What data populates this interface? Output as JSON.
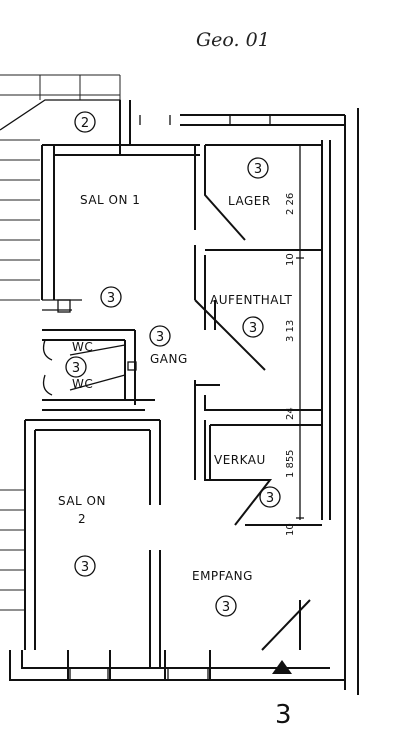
{
  "header": {
    "sheet_label": "Geo. 01"
  },
  "rooms": {
    "salon1": "SAL ON 1",
    "lager": "LAGER",
    "aufenthalt": "AUFENTHALT",
    "gang": "GANG",
    "wc_upper": "WC",
    "wc_lower": "WC",
    "verkauf": "VERKAU",
    "salon2_line1": "SAL ON",
    "salon2_line2": "2",
    "empfang": "EMPFANG"
  },
  "circled_numbers": {
    "stair": "2",
    "lager": "3",
    "salon1": "3",
    "gang": "3",
    "aufenthalt": "3",
    "wc": "3",
    "verkauf": "3",
    "salon2": "3",
    "empfang": "3"
  },
  "dimensions": {
    "lager_height": "2 26",
    "gap_upper": "10",
    "aufenthalt_height": "3 13",
    "gap_middle": "24",
    "verkauf_height": "1 85",
    "verkauf_extra": "5",
    "gap_lower": "10"
  },
  "footer": {
    "plan_number": "3"
  }
}
